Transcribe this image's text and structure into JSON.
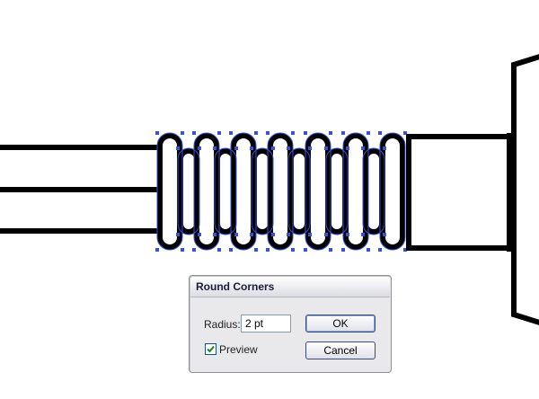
{
  "dialog": {
    "title": "Round Corners",
    "radius_label": "Radius:",
    "radius_value": "2 pt",
    "preview_label": "Preview",
    "preview_checked": true,
    "ok_label": "OK",
    "cancel_label": "Cancel"
  },
  "colors": {
    "stroke": "#000000",
    "selection": "#3a52d4",
    "dialog_bg": "#e9e9ec"
  },
  "icons": [
    "checkmark-icon"
  ]
}
